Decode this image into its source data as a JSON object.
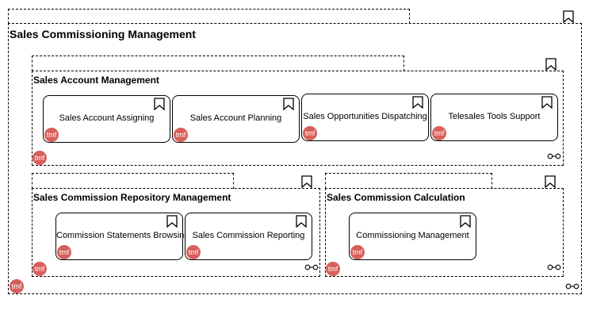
{
  "root": {
    "title": "Sales Commissioning Management",
    "badge": "tmf"
  },
  "groups": [
    {
      "title": "Sales Account Management",
      "badge": "tmf",
      "functions": [
        {
          "label": "Sales Account Assigning",
          "badge": "tmf"
        },
        {
          "label": "Sales Account Planning",
          "badge": "tmf"
        },
        {
          "label": "Sales Opportunities Dispatching",
          "badge": "tmf"
        },
        {
          "label": "Telesales Tools Support",
          "badge": "tmf"
        }
      ]
    },
    {
      "title": "Sales Commission Repository Management",
      "badge": "tmf",
      "functions": [
        {
          "label": "Commission Statements Browsing",
          "badge": "tmf"
        },
        {
          "label": "Sales Commission Reporting",
          "badge": "tmf"
        }
      ]
    },
    {
      "title": "Sales Commission Calculation",
      "badge": "tmf",
      "functions": [
        {
          "label": "Commissioning Management",
          "badge": "tmf"
        }
      ]
    }
  ],
  "icons": {
    "bookmark": "bookmark-icon",
    "link": "link-icon",
    "badge_color": "#d7605c"
  }
}
